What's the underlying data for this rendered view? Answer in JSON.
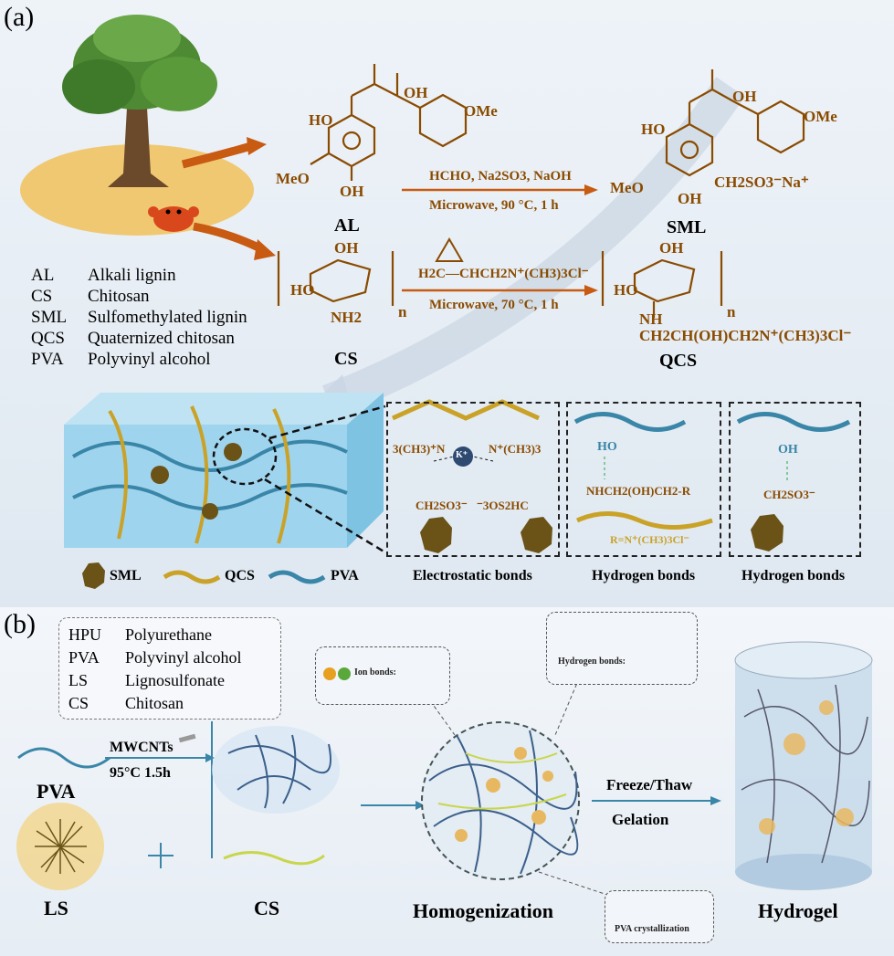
{
  "panel_a": {
    "label": "(a)",
    "legend": [
      {
        "abbr": "AL",
        "full": "Alkali lignin"
      },
      {
        "abbr": "CS",
        "full": "Chitosan"
      },
      {
        "abbr": "SML",
        "full": "Sulfomethylated lignin"
      },
      {
        "abbr": "QCS",
        "full": "Quaternized chitosan"
      },
      {
        "abbr": "PVA",
        "full": "Polyvinyl alcohol"
      }
    ],
    "reaction1": {
      "reactant": "AL",
      "product": "SML",
      "reagents": "HCHO, Na2SO3, NaOH",
      "conditions": "Microwave, 90 °C, 1 h",
      "groups": {
        "oh": "OH",
        "ome": "OMe",
        "meo": "MeO",
        "ho": "HO",
        "sulfonate": "CH2SO3⁻Na⁺"
      }
    },
    "reaction2": {
      "reactant": "CS",
      "product": "QCS",
      "reagent": "H2C—CHCH2N⁺(CH3)3Cl⁻",
      "conditions": "Microwave, 70 °C, 1 h",
      "groups": {
        "nh2": "NH2",
        "nh": "NH",
        "chain": "CH2CH(OH)CH2N⁺(CH3)3Cl⁻",
        "n": "n"
      }
    },
    "bonds": {
      "box1": {
        "caption": "Electrostatic bonds",
        "left_n": "3(CH3)⁺N",
        "right_n": "N⁺(CH3)3",
        "k": "K⁺",
        "left_s": "CH2SO3⁻",
        "right_s": "⁻3OS2HC"
      },
      "box2": {
        "caption": "Hydrogen bonds",
        "ho": "HO",
        "amine": "NHCH2(OH)CH2-R",
        "r": "R=N⁺(CH3)3Cl⁻"
      },
      "box3": {
        "caption": "Hydrogen bonds",
        "oh": "OH",
        "s": "CH2SO3⁻"
      }
    },
    "component_legend": [
      "SML",
      "QCS",
      "PVA"
    ],
    "colors": {
      "lignin": "#6b5318",
      "qcs": "#c9a227",
      "pva": "#3a86a8",
      "arrow": "#c85a12"
    }
  },
  "panel_b": {
    "label": "(b)",
    "legend": [
      {
        "abbr": "HPU",
        "full": "Polyurethane"
      },
      {
        "abbr": "PVA",
        "full": "Polyvinyl alcohol"
      },
      {
        "abbr": "LS",
        "full": "Lignosulfonate"
      },
      {
        "abbr": "CS",
        "full": "Chitosan"
      }
    ],
    "step1": {
      "reagent": "MWCNTs",
      "conditions": "95°C 1.5h"
    },
    "labels": {
      "pva": "PVA",
      "ls": "LS",
      "cs": "CS",
      "homogenization": "Homogenization",
      "hydrogel": "Hydrogel"
    },
    "freeze": {
      "line1": "Freeze/Thaw",
      "line2": "Gelation"
    },
    "callouts": {
      "ion": "Ion bonds:",
      "hydrogen": "Hydrogen bonds:",
      "crystal": "PVA crystallization"
    }
  }
}
